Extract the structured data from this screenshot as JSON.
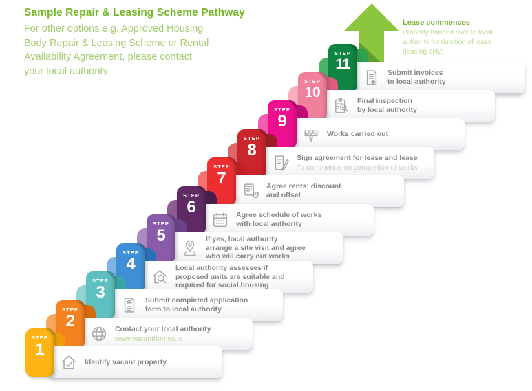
{
  "header": {
    "title": "Sample Repair & Leasing Scheme Pathway",
    "subtitle": "For other options e.g. Approved Housing\nBody Repair & Leasing Scheme or Rental\nAvailability Agreement, please contact\nyour local authority"
  },
  "lease": {
    "title": "Lease commences",
    "body": "Property handed over to local\nauthority for duration of lease\n(leasing only)",
    "icon": "up-arrow-icon",
    "arrow_color": "#8cc63f",
    "arrow_shade_color": "#5f9e31"
  },
  "steps": [
    {
      "step_label": "STEP",
      "number": "1",
      "icon": "house-check-icon",
      "text": "Identify vacant property",
      "subtext": "",
      "colors": {
        "main": "#fdb515",
        "fold": "#ee9c0b",
        "lite": "#fdd06b"
      }
    },
    {
      "step_label": "STEP",
      "number": "2",
      "icon": "globe-icon",
      "text": "Contact your local authority",
      "subtext": "www.vacanthomes.ie",
      "colors": {
        "main": "#f58220",
        "fold": "#d96a0e",
        "lite": "#f8a85e"
      }
    },
    {
      "step_label": "STEP",
      "number": "3",
      "icon": "application-form-icon",
      "text": "Submit completed application\nform to local authority",
      "subtext": "",
      "colors": {
        "main": "#5ec0c0",
        "fold": "#3aa4a6",
        "lite": "#92d4d4"
      }
    },
    {
      "step_label": "STEP",
      "number": "4",
      "icon": "house-search-icon",
      "text": "Local authority assesses if\nproposed units are suitable and\nrequired for social housing",
      "subtext": "",
      "colors": {
        "main": "#3e8fd5",
        "fold": "#2a70b6",
        "lite": "#7fb5e6"
      }
    },
    {
      "step_label": "STEP",
      "number": "5",
      "icon": "location-pin-icon",
      "text": "If yes, local authority\narrange a site visit and agree\nwho will carry out works",
      "subtext": "",
      "colors": {
        "main": "#8a5ba8",
        "fold": "#6c4389",
        "lite": "#ad89c4"
      }
    },
    {
      "step_label": "STEP",
      "number": "6",
      "icon": "calendar-icon",
      "text": "Agree schedule of works\nwith local authority",
      "subtext": "",
      "colors": {
        "main": "#602a64",
        "fold": "#481d4e",
        "lite": "#8c5c92"
      }
    },
    {
      "step_label": "STEP",
      "number": "7",
      "icon": "calculator-hand-icon",
      "text": "Agree rents; discount\nand offset",
      "subtext": "",
      "colors": {
        "main": "#ec2f31",
        "fold": "#c32026",
        "lite": "#f37172"
      }
    },
    {
      "step_label": "STEP",
      "number": "8",
      "icon": "signature-document-icon",
      "text": "Sign agreement for lease and lease",
      "subtext": "To commence on completion of works",
      "colors": {
        "main": "#c9252c",
        "fold": "#a01b22",
        "lite": "#de666c"
      }
    },
    {
      "step_label": "STEP",
      "number": "9",
      "icon": "trowel-bricks-icon",
      "text": "Works carried out",
      "subtext": "",
      "colors": {
        "main": "#ec108f",
        "fold": "#c40a77",
        "lite": "#f45cb4"
      }
    },
    {
      "step_label": "STEP",
      "number": "10",
      "icon": "inspection-clipboard-icon",
      "text": "Final inspection\nby local authority",
      "subtext": "",
      "colors": {
        "main": "#f0809b",
        "fold": "#e25a81",
        "lite": "#f6aec0"
      }
    },
    {
      "step_label": "STEP",
      "number": "11",
      "icon": "invoice-icon",
      "text": "Submit invoices\nto local authority",
      "subtext": "",
      "colors": {
        "main": "#108443",
        "fold": "#2da253",
        "lite": "#4eb469"
      }
    }
  ]
}
